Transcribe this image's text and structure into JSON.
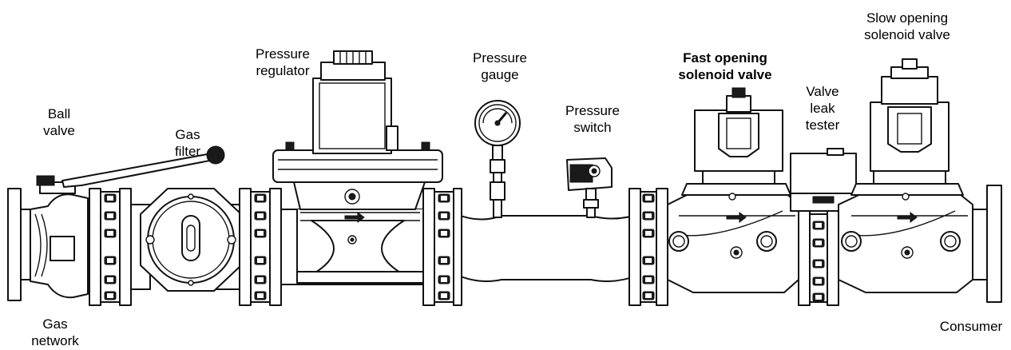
{
  "labels": {
    "ball_valve": [
      "Ball",
      "valve"
    ],
    "gas_filter": [
      "Gas",
      "filter"
    ],
    "pressure_regulator": [
      "Pressure",
      "regulator"
    ],
    "pressure_gauge": [
      "Pressure",
      "gauge"
    ],
    "pressure_switch": [
      "Pressure",
      "switch"
    ],
    "fast_valve": [
      "Fast opening",
      "solenoid valve"
    ],
    "leak_tester": [
      "Valve",
      "leak",
      "tester"
    ],
    "slow_valve": [
      "Slow opening",
      "solenoid valve"
    ],
    "gas_network": [
      "Gas",
      "network"
    ],
    "consumer": [
      "Consumer"
    ]
  },
  "colors": {
    "line": "#111111",
    "fill": "#ffffff"
  }
}
